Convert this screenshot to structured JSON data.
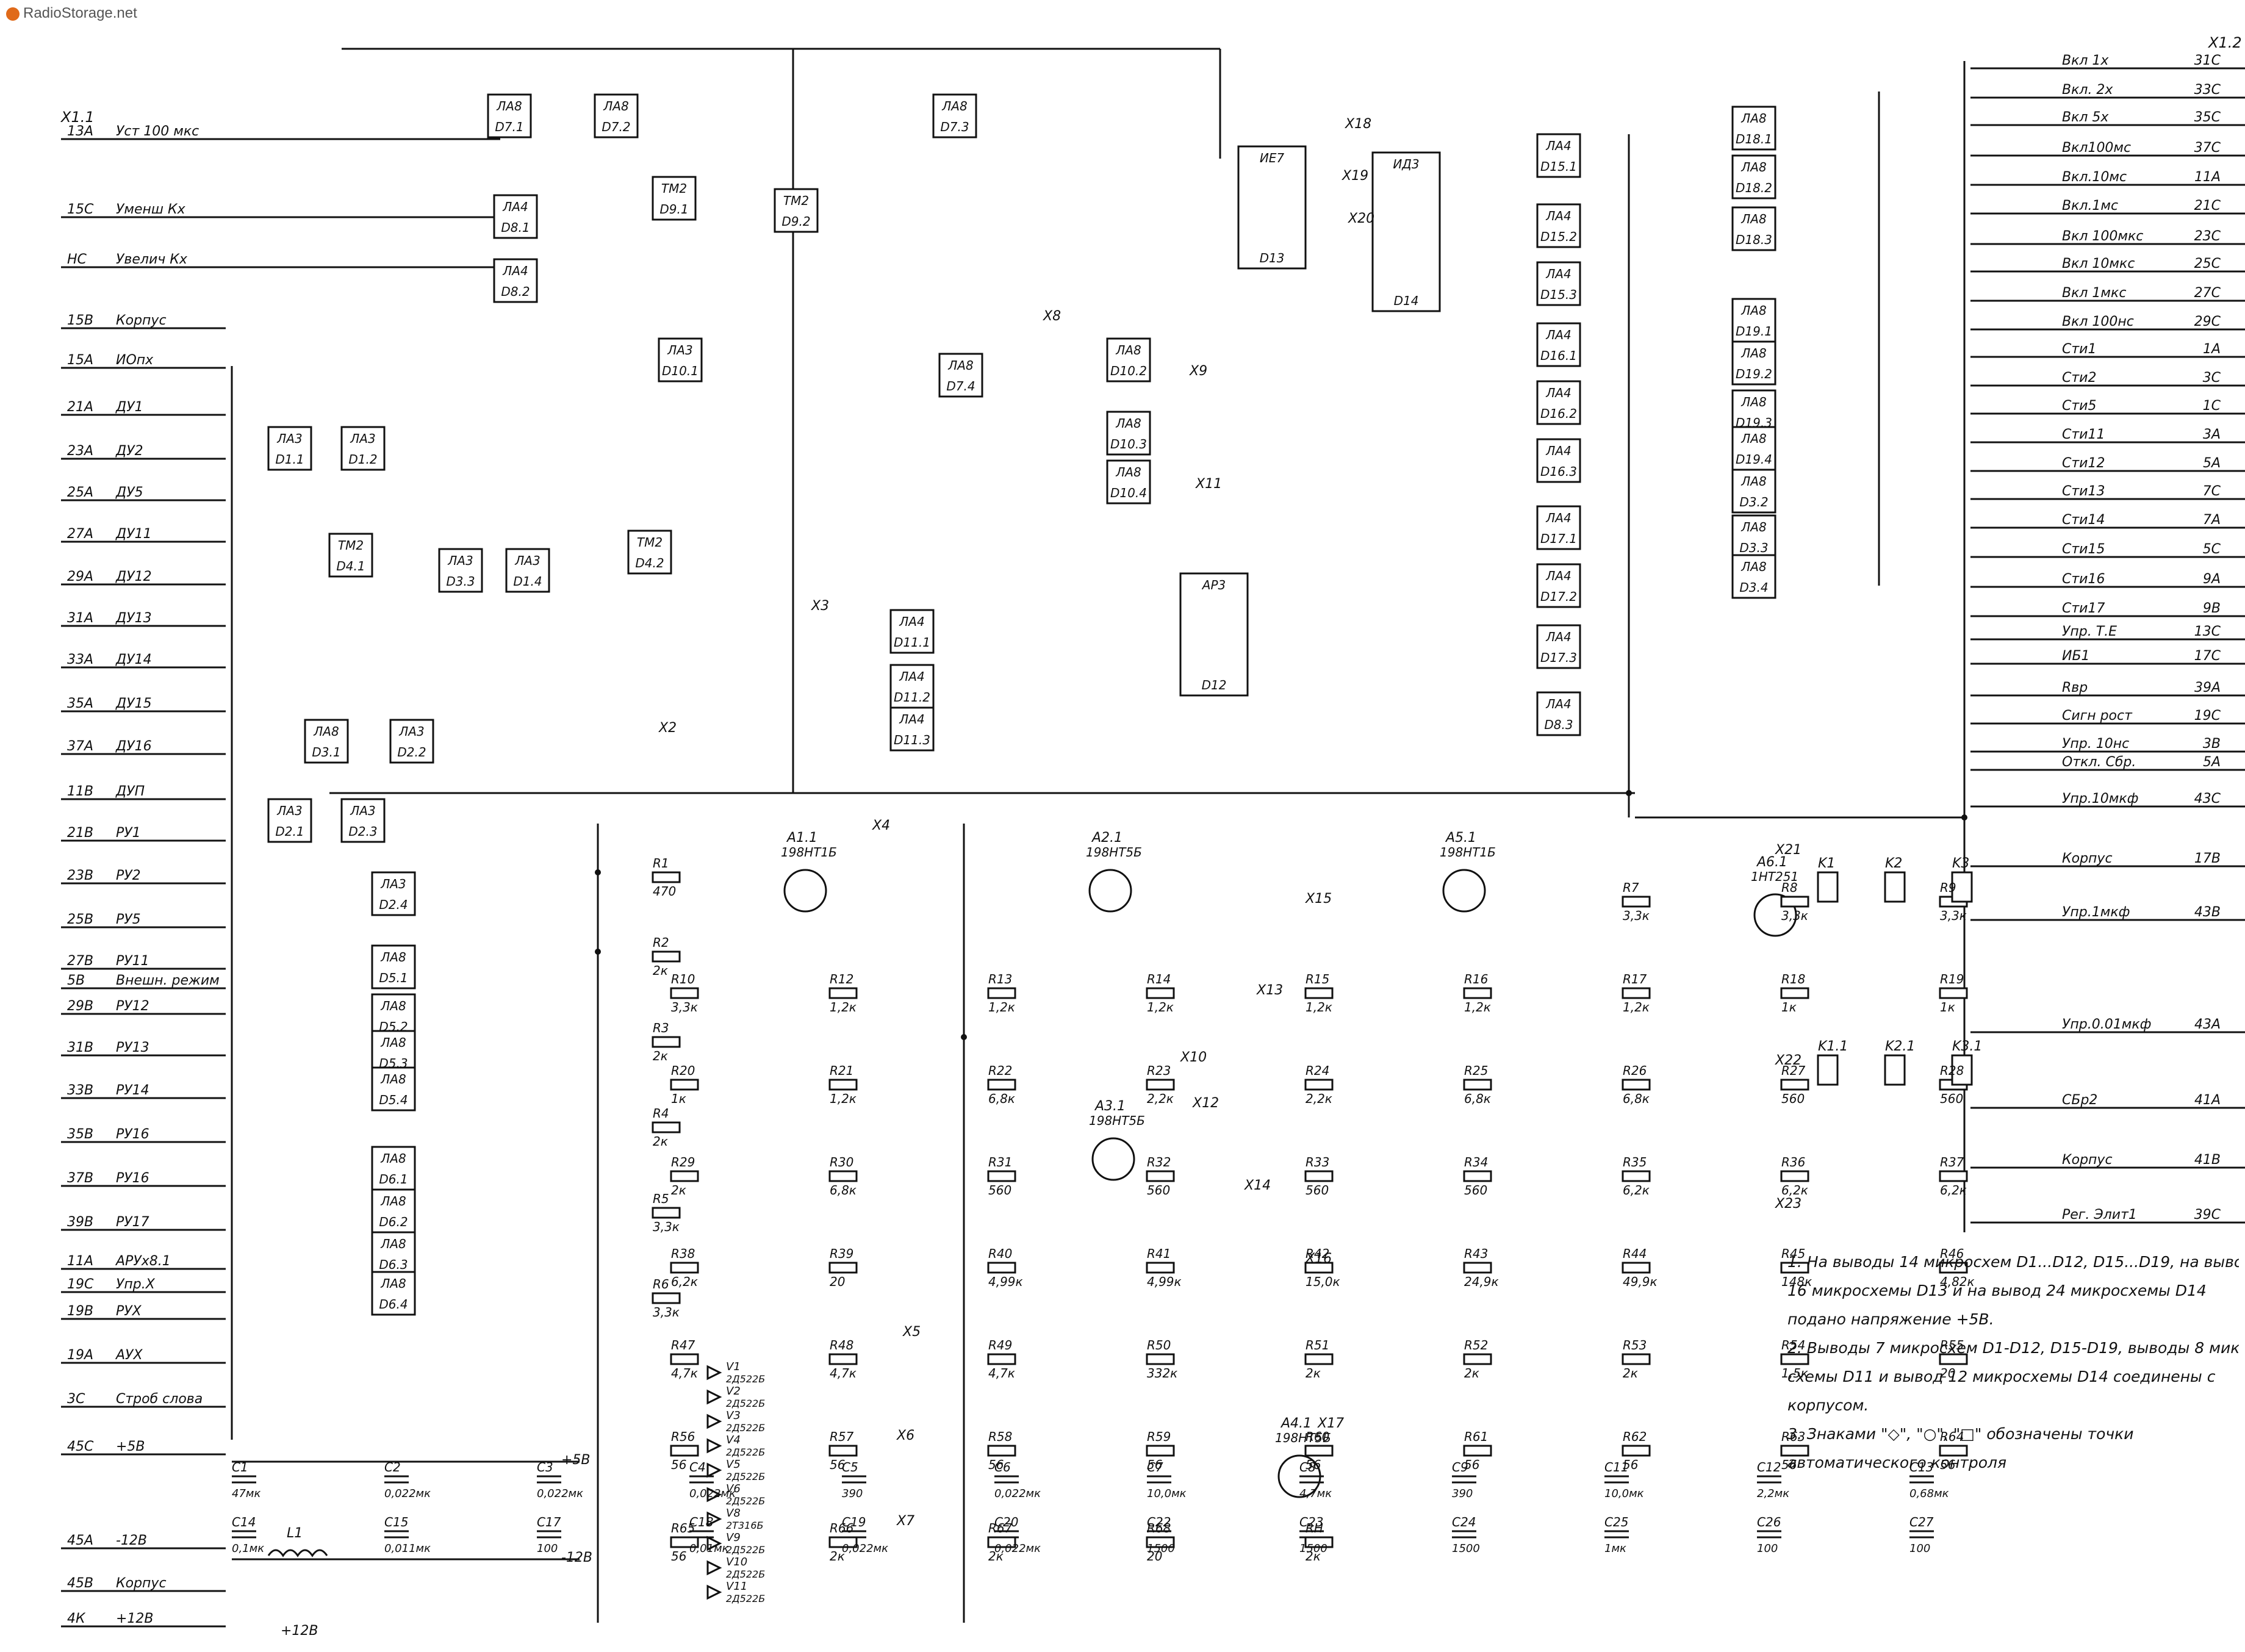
{
  "watermark": "RadioStorage.net",
  "connector_left": {
    "id": "X1.1",
    "pins": [
      {
        "pin": "13A",
        "signal": "Уст 100 мкс"
      },
      {
        "pin": "15C",
        "signal": "Уменш Кх"
      },
      {
        "pin": "НС",
        "signal": "Увелич Кх"
      },
      {
        "pin": "15В",
        "signal": "Корпус"
      },
      {
        "pin": "15A",
        "signal": "ИОпх"
      },
      {
        "pin": "21A",
        "signal": "ДУ1"
      },
      {
        "pin": "23A",
        "signal": "ДУ2"
      },
      {
        "pin": "25A",
        "signal": "ДУ5"
      },
      {
        "pin": "27A",
        "signal": "ДУ11"
      },
      {
        "pin": "29A",
        "signal": "ДУ12"
      },
      {
        "pin": "31A",
        "signal": "ДУ13"
      },
      {
        "pin": "33A",
        "signal": "ДУ14"
      },
      {
        "pin": "35A",
        "signal": "ДУ15"
      },
      {
        "pin": "37A",
        "signal": "ДУ16"
      },
      {
        "pin": "11В",
        "signal": "ДУП"
      },
      {
        "pin": "21В",
        "signal": "РУ1"
      },
      {
        "pin": "23В",
        "signal": "РУ2"
      },
      {
        "pin": "25В",
        "signal": "РУ5"
      },
      {
        "pin": "27В",
        "signal": "РУ11"
      },
      {
        "pin": "5В",
        "signal": "Внешн. режим"
      },
      {
        "pin": "29В",
        "signal": "РУ12"
      },
      {
        "pin": "31В",
        "signal": "РУ13"
      },
      {
        "pin": "33В",
        "signal": "РУ14"
      },
      {
        "pin": "35В",
        "signal": "РУ16"
      },
      {
        "pin": "37В",
        "signal": "РУ16"
      },
      {
        "pin": "39В",
        "signal": "РУ17"
      },
      {
        "pin": "11A",
        "signal": "АРУх8.1"
      },
      {
        "pin": "19С",
        "signal": "Упр.Х"
      },
      {
        "pin": "19В",
        "signal": "РУХ"
      },
      {
        "pin": "19A",
        "signal": "АУХ"
      },
      {
        "pin": "3C",
        "signal": "Строб слова"
      },
      {
        "pin": "45C",
        "signal": "+5В"
      },
      {
        "pin": "45A",
        "signal": "-12В"
      },
      {
        "pin": "45В",
        "signal": "Корпус"
      },
      {
        "pin": "4К",
        "signal": "+12В"
      }
    ]
  },
  "connector_right": {
    "id": "X1.2",
    "pins": [
      {
        "pin": "31C",
        "signal": "Вкл 1х"
      },
      {
        "pin": "33C",
        "signal": "Вкл. 2х"
      },
      {
        "pin": "35C",
        "signal": "Вкл 5х"
      },
      {
        "pin": "37C",
        "signal": "Вкл100мс"
      },
      {
        "pin": "11A",
        "signal": "Вкл.10мс"
      },
      {
        "pin": "21C",
        "signal": "Вкл.1мс"
      },
      {
        "pin": "23C",
        "signal": "Вкл 100мкс"
      },
      {
        "pin": "25C",
        "signal": "Вкл 10мкс"
      },
      {
        "pin": "27C",
        "signal": "Вкл 1мкс"
      },
      {
        "pin": "29C",
        "signal": "Вкл 100нс"
      },
      {
        "pin": "1A",
        "signal": "Сти1"
      },
      {
        "pin": "3C",
        "signal": "Сти2"
      },
      {
        "pin": "1C",
        "signal": "Сти5"
      },
      {
        "pin": "3A",
        "signal": "Сти11"
      },
      {
        "pin": "5A",
        "signal": "Сти12"
      },
      {
        "pin": "7C",
        "signal": "Сти13"
      },
      {
        "pin": "7A",
        "signal": "Сти14"
      },
      {
        "pin": "5C",
        "signal": "Сти15"
      },
      {
        "pin": "9A",
        "signal": "Сти16"
      },
      {
        "pin": "9В",
        "signal": "Сти17"
      },
      {
        "pin": "13C",
        "signal": "Упр. Т.Е"
      },
      {
        "pin": "17C",
        "signal": "ИБ1"
      },
      {
        "pin": "39A",
        "signal": "Rвр"
      },
      {
        "pin": "19C",
        "signal": "Сигн рост"
      },
      {
        "pin": "3В",
        "signal": "Упр. 10нс"
      },
      {
        "pin": "5A",
        "signal": "Откл. Сбр."
      },
      {
        "pin": "43C",
        "signal": "Упр.10мкф"
      },
      {
        "pin": "17В",
        "signal": "Корпус"
      },
      {
        "pin": "43В",
        "signal": "Упр.1мкф"
      },
      {
        "pin": "43A",
        "signal": "Упр.0.01мкф"
      },
      {
        "pin": "41A",
        "signal": "СБр2"
      },
      {
        "pin": "41В",
        "signal": "Корпус"
      },
      {
        "pin": "39C",
        "signal": "Рег. Элит1"
      }
    ]
  },
  "chips": [
    {
      "ref": "D7.1",
      "type": "ЛА8"
    },
    {
      "ref": "D7.2",
      "type": "ЛА8"
    },
    {
      "ref": "D7.3",
      "type": "ЛА8"
    },
    {
      "ref": "D7.4",
      "type": "ЛА8"
    },
    {
      "ref": "D8.1",
      "type": "ЛА4"
    },
    {
      "ref": "D8.2",
      "type": "ЛА4"
    },
    {
      "ref": "D9.1",
      "type": "ТМ2"
    },
    {
      "ref": "D9.2",
      "type": "ТМ2"
    },
    {
      "ref": "D10.1",
      "type": "ЛА3"
    },
    {
      "ref": "D10.2",
      "type": "ЛА8"
    },
    {
      "ref": "D10.3",
      "type": "ЛА8"
    },
    {
      "ref": "D10.4",
      "type": "ЛА8"
    },
    {
      "ref": "D1.1",
      "type": "ЛА3"
    },
    {
      "ref": "D1.2",
      "type": "ЛА3"
    },
    {
      "ref": "D4.1",
      "type": "ТМ2"
    },
    {
      "ref": "D4.2",
      "type": "ТМ2"
    },
    {
      "ref": "D3.3",
      "type": "ЛА3"
    },
    {
      "ref": "D1.4",
      "type": "ЛА3"
    },
    {
      "ref": "D3.1",
      "type": "ЛА8"
    },
    {
      "ref": "D2.2",
      "type": "ЛА3"
    },
    {
      "ref": "D2.1",
      "type": "ЛА3"
    },
    {
      "ref": "D2.3",
      "type": "ЛА3"
    },
    {
      "ref": "D2.4",
      "type": "ЛА3"
    },
    {
      "ref": "D5.1",
      "type": "ЛА8"
    },
    {
      "ref": "D5.2",
      "type": "ЛА8"
    },
    {
      "ref": "D5.3",
      "type": "ЛА8"
    },
    {
      "ref": "D5.4",
      "type": "ЛА8"
    },
    {
      "ref": "D6.1",
      "type": "ЛА8"
    },
    {
      "ref": "D6.2",
      "type": "ЛА8"
    },
    {
      "ref": "D6.3",
      "type": "ЛА8"
    },
    {
      "ref": "D6.4",
      "type": "ЛА8"
    },
    {
      "ref": "D11.1",
      "type": "ЛА4"
    },
    {
      "ref": "D11.2",
      "type": "ЛА4"
    },
    {
      "ref": "D11.3",
      "type": "ЛА4"
    },
    {
      "ref": "D12",
      "type": "АР3"
    },
    {
      "ref": "D13",
      "type": "ИЕ7"
    },
    {
      "ref": "D14",
      "type": "ИД3"
    },
    {
      "ref": "D15.1",
      "type": "ЛА4"
    },
    {
      "ref": "D15.2",
      "type": "ЛА4"
    },
    {
      "ref": "D15.3",
      "type": "ЛА4"
    },
    {
      "ref": "D16.1",
      "type": "ЛА4"
    },
    {
      "ref": "D16.2",
      "type": "ЛА4"
    },
    {
      "ref": "D16.3",
      "type": "ЛА4"
    },
    {
      "ref": "D17.1",
      "type": "ЛА4"
    },
    {
      "ref": "D17.2",
      "type": "ЛА4"
    },
    {
      "ref": "D17.3",
      "type": "ЛА4"
    },
    {
      "ref": "D8.3",
      "type": "ЛА4"
    },
    {
      "ref": "D18.1",
      "type": "ЛА8"
    },
    {
      "ref": "D18.2",
      "type": "ЛА8"
    },
    {
      "ref": "D18.3",
      "type": "ЛА8"
    },
    {
      "ref": "D19.1",
      "type": "ЛА8"
    },
    {
      "ref": "D19.2",
      "type": "ЛА8"
    },
    {
      "ref": "D19.3",
      "type": "ЛА8"
    },
    {
      "ref": "D19.4",
      "type": "ЛА8"
    },
    {
      "ref": "D3.2",
      "type": "ЛА8"
    },
    {
      "ref": "D3.3",
      "type": "ЛА8"
    },
    {
      "ref": "D3.4",
      "type": "ЛА8"
    }
  ],
  "transistor_arrays": [
    {
      "ref": "A1.1",
      "type": "198НТ1Б"
    },
    {
      "ref": "A2.1",
      "type": "198НТ5Б"
    },
    {
      "ref": "A3.1",
      "type": "198НТ5Б"
    },
    {
      "ref": "A5.1",
      "type": "198НТ1Б"
    },
    {
      "ref": "A4.1",
      "type": "198НТ5Б"
    },
    {
      "ref": "A6.1",
      "type": "1НТ251"
    }
  ],
  "resistors": [
    {
      "ref": "R1",
      "value": "470"
    },
    {
      "ref": "R2",
      "value": "2к"
    },
    {
      "ref": "R3",
      "value": "2к"
    },
    {
      "ref": "R4",
      "value": "2к"
    },
    {
      "ref": "R5",
      "value": "3,3к"
    },
    {
      "ref": "R6",
      "value": "3,3к"
    },
    {
      "ref": "R7",
      "value": "3,3к"
    },
    {
      "ref": "R8",
      "value": "3,3к"
    },
    {
      "ref": "R9",
      "value": "3,3к"
    },
    {
      "ref": "R10",
      "value": "3,3к"
    },
    {
      "ref": "R12",
      "value": "1,2к"
    },
    {
      "ref": "R13",
      "value": "1,2к"
    },
    {
      "ref": "R14",
      "value": "1,2к"
    },
    {
      "ref": "R15",
      "value": "1,2к"
    },
    {
      "ref": "R16",
      "value": "1,2к"
    },
    {
      "ref": "R17",
      "value": "1,2к"
    },
    {
      "ref": "R18",
      "value": "1к"
    },
    {
      "ref": "R19",
      "value": "1к"
    },
    {
      "ref": "R20",
      "value": "1к"
    },
    {
      "ref": "R21",
      "value": "1,2к"
    },
    {
      "ref": "R22",
      "value": "6,8к"
    },
    {
      "ref": "R23",
      "value": "2,2к"
    },
    {
      "ref": "R24",
      "value": "2,2к"
    },
    {
      "ref": "R25",
      "value": "6,8к"
    },
    {
      "ref": "R26",
      "value": "6,8к"
    },
    {
      "ref": "R27",
      "value": "560"
    },
    {
      "ref": "R28",
      "value": "560"
    },
    {
      "ref": "R29",
      "value": "2к"
    },
    {
      "ref": "R30",
      "value": "6,8к"
    },
    {
      "ref": "R31",
      "value": "560"
    },
    {
      "ref": "R32",
      "value": "560"
    },
    {
      "ref": "R33",
      "value": "560"
    },
    {
      "ref": "R34",
      "value": "560"
    },
    {
      "ref": "R35",
      "value": "6,2к"
    },
    {
      "ref": "R36",
      "value": "6,2к"
    },
    {
      "ref": "R37",
      "value": "6,2к"
    },
    {
      "ref": "R38",
      "value": "6,2к"
    },
    {
      "ref": "R39",
      "value": "20"
    },
    {
      "ref": "R40",
      "value": "4,99к"
    },
    {
      "ref": "R41",
      "value": "4,99к"
    },
    {
      "ref": "R42",
      "value": "15,0к"
    },
    {
      "ref": "R43",
      "value": "24,9к"
    },
    {
      "ref": "R44",
      "value": "49,9к"
    },
    {
      "ref": "R45",
      "value": "148к"
    },
    {
      "ref": "R46",
      "value": "4,82к"
    },
    {
      "ref": "R47",
      "value": "4,7к"
    },
    {
      "ref": "R48",
      "value": "4,7к"
    },
    {
      "ref": "R49",
      "value": "4,7к"
    },
    {
      "ref": "R50",
      "value": "332к"
    },
    {
      "ref": "R51",
      "value": "2к"
    },
    {
      "ref": "R52",
      "value": "2к"
    },
    {
      "ref": "R53",
      "value": "2к"
    },
    {
      "ref": "R54",
      "value": "1,5к"
    },
    {
      "ref": "R55",
      "value": "20"
    },
    {
      "ref": "R56",
      "value": "56"
    },
    {
      "ref": "R57",
      "value": "56"
    },
    {
      "ref": "R58",
      "value": "56"
    },
    {
      "ref": "R59",
      "value": "56"
    },
    {
      "ref": "R60",
      "value": "56"
    },
    {
      "ref": "R61",
      "value": "56"
    },
    {
      "ref": "R62",
      "value": "56"
    },
    {
      "ref": "R63",
      "value": "56"
    },
    {
      "ref": "R64",
      "value": "56"
    },
    {
      "ref": "R65",
      "value": "56"
    },
    {
      "ref": "R66",
      "value": "2к"
    },
    {
      "ref": "R67",
      "value": "2к"
    },
    {
      "ref": "R68",
      "value": "20"
    },
    {
      "ref": "RН",
      "value": "2к"
    }
  ],
  "capacitors": [
    {
      "ref": "C1",
      "value": "47мк"
    },
    {
      "ref": "C2",
      "value": "0,022мк"
    },
    {
      "ref": "C3",
      "value": "0,022мк"
    },
    {
      "ref": "C4",
      "value": "0,022мк"
    },
    {
      "ref": "C5",
      "value": "390"
    },
    {
      "ref": "C6",
      "value": "0,022мк"
    },
    {
      "ref": "C7",
      "value": "10,0мк"
    },
    {
      "ref": "C8",
      "value": "4,7мк"
    },
    {
      "ref": "C9",
      "value": "390"
    },
    {
      "ref": "C11",
      "value": "10,0мк"
    },
    {
      "ref": "C12",
      "value": "2,2мк"
    },
    {
      "ref": "C13",
      "value": "0,68мк"
    },
    {
      "ref": "C14",
      "value": "0,1мк"
    },
    {
      "ref": "C15",
      "value": "0,011мк"
    },
    {
      "ref": "C17",
      "value": "100"
    },
    {
      "ref": "C18",
      "value": "0,01мк"
    },
    {
      "ref": "C19",
      "value": "0,022мк"
    },
    {
      "ref": "C20",
      "value": "0,022мк"
    },
    {
      "ref": "C22",
      "value": "1500"
    },
    {
      "ref": "C23",
      "value": "1500"
    },
    {
      "ref": "C24",
      "value": "1500"
    },
    {
      "ref": "C25",
      "value": "1мк"
    },
    {
      "ref": "C26",
      "value": "100"
    },
    {
      "ref": "C27",
      "value": "100"
    }
  ],
  "diodes": [
    {
      "ref": "V1",
      "type": "2Д522Б"
    },
    {
      "ref": "V2",
      "type": "2Д522Б"
    },
    {
      "ref": "V3",
      "type": "2Д522Б"
    },
    {
      "ref": "V4",
      "type": "2Д522Б"
    },
    {
      "ref": "V5",
      "type": "2Д522Б"
    },
    {
      "ref": "V6",
      "type": "2Д522Б"
    },
    {
      "ref": "V8",
      "type": "2Т316Б"
    },
    {
      "ref": "V9",
      "type": "2Д522Б"
    },
    {
      "ref": "V10",
      "type": "2Д522Б"
    },
    {
      "ref": "V11",
      "type": "2Д522Б"
    }
  ],
  "relays": [
    "K1",
    "K2",
    "K3",
    "K1.1",
    "K2.1",
    "K3.1"
  ],
  "inductor": {
    "ref": "L1"
  },
  "test_points": [
    "X2",
    "X3",
    "X4",
    "X5",
    "X6",
    "X7",
    "X8",
    "X9",
    "X10",
    "X11",
    "X12",
    "X13",
    "X14",
    "X15",
    "X16",
    "X17",
    "X18",
    "X19",
    "X20",
    "X21",
    "X22",
    "X23"
  ],
  "rails": {
    "plus5": "+5В",
    "minus12": "-12В",
    "plus12": "+12В"
  },
  "notes": [
    "1. На выводы 14 микросхем D1...D12, D15...D19, на выводы",
    "16 микросхемы D13 и на вывод 24 микросхемы D14",
    "подано напряжение +5В.",
    "2. Выводы 7 микросхем D1-D12, D15-D19, выводы 8 микро-",
    "схемы D11 и вывод 12 микросхемы D14 соединены с",
    "корпусом.",
    "3. Знаками \"◇\", \"○\", \"□\" обозначены точки",
    "автоматического контроля"
  ]
}
